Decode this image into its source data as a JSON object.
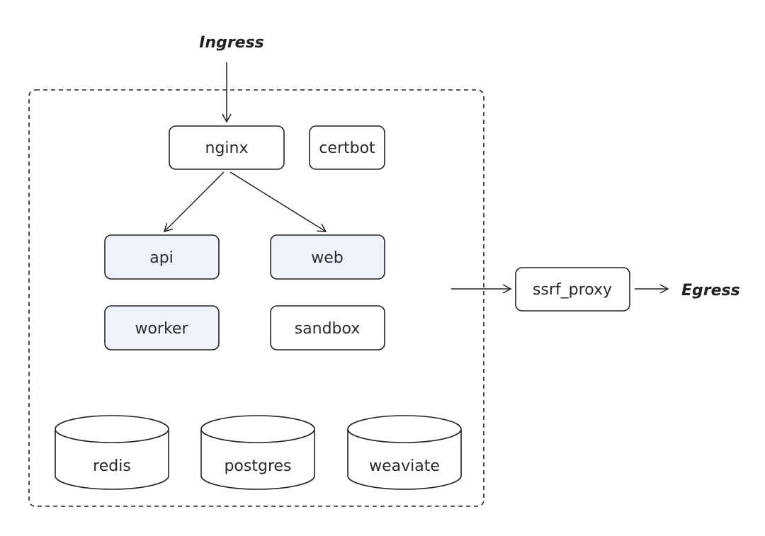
{
  "ingress_label": "Ingress",
  "egress_label": "Egress",
  "colors": {
    "highlight_fill": "#edf2fb",
    "plain_fill": "#ffffff",
    "stroke": "#222222"
  },
  "services": {
    "nginx": "nginx",
    "certbot": "certbot",
    "api": "api",
    "web": "web",
    "worker": "worker",
    "sandbox": "sandbox",
    "ssrf_proxy": "ssrf_proxy"
  },
  "datastores": {
    "redis": "redis",
    "postgres": "postgres",
    "weaviate": "weaviate"
  }
}
